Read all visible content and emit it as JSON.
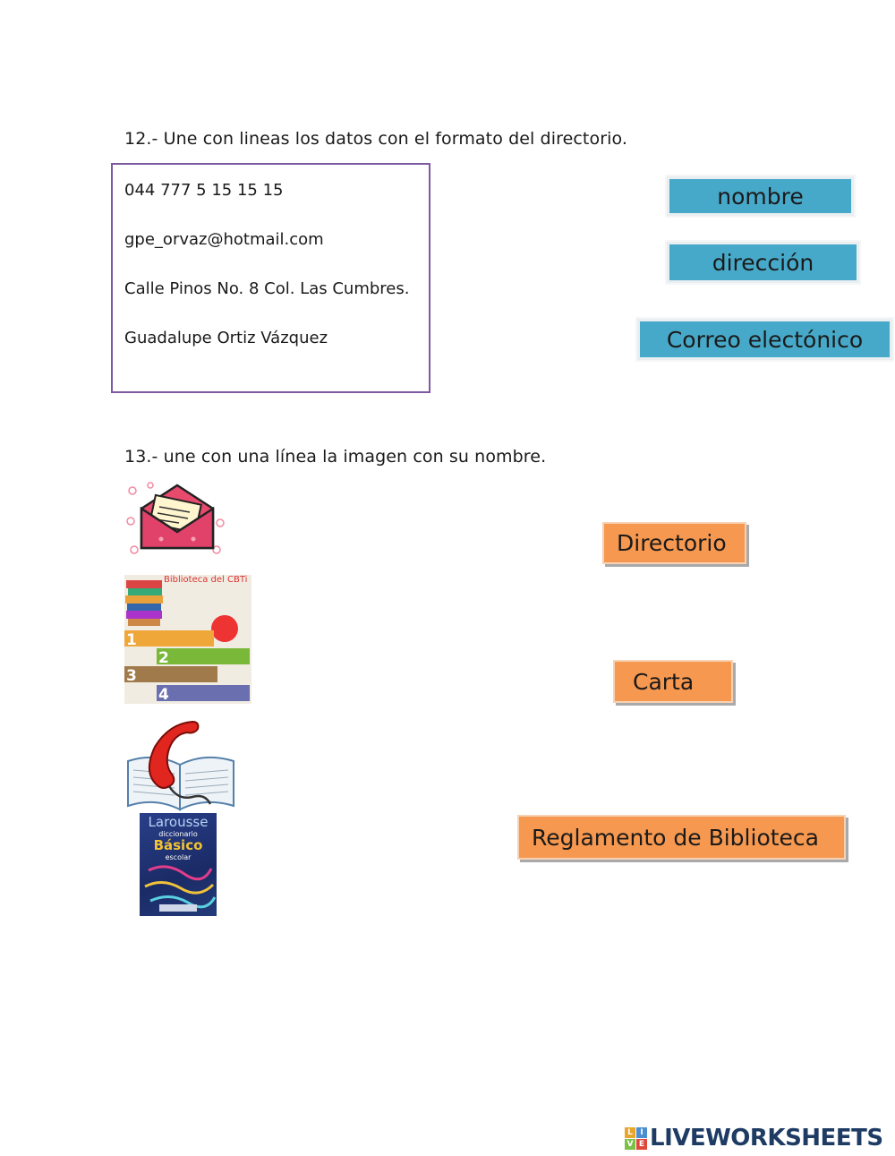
{
  "question12": "12.- Une con lineas  los datos con el formato del directorio.",
  "directory_lines": [
    "044 777 5 15 15 15",
    "gpe_orvaz@hotmail.com",
    "Calle Pinos No. 8 Col. Las Cumbres.",
    "Guadalupe Ortiz Vázquez"
  ],
  "blue_labels": [
    "nombre",
    "dirección",
    "Correo electónico"
  ],
  "question13": "13.- une con una línea la imagen con su nombre.",
  "orange_labels": [
    "Directorio",
    "Carta",
    "Reglamento de Biblioteca"
  ],
  "images": {
    "poster_title": "Biblioteca del CBTi",
    "dictionary_brand": "Larousse",
    "dictionary_line1": "diccionario",
    "dictionary_line2": "Básico",
    "dictionary_line3": "escolar"
  },
  "logo": {
    "text": "LIVEWORKSHEETS",
    "letters": [
      "L",
      "I",
      "V",
      "E"
    ]
  },
  "colors": {
    "blue_card": "#47a9c9",
    "orange_card": "#f6984f",
    "box_border": "#7b5aa0",
    "logo": "#1d3b63"
  }
}
